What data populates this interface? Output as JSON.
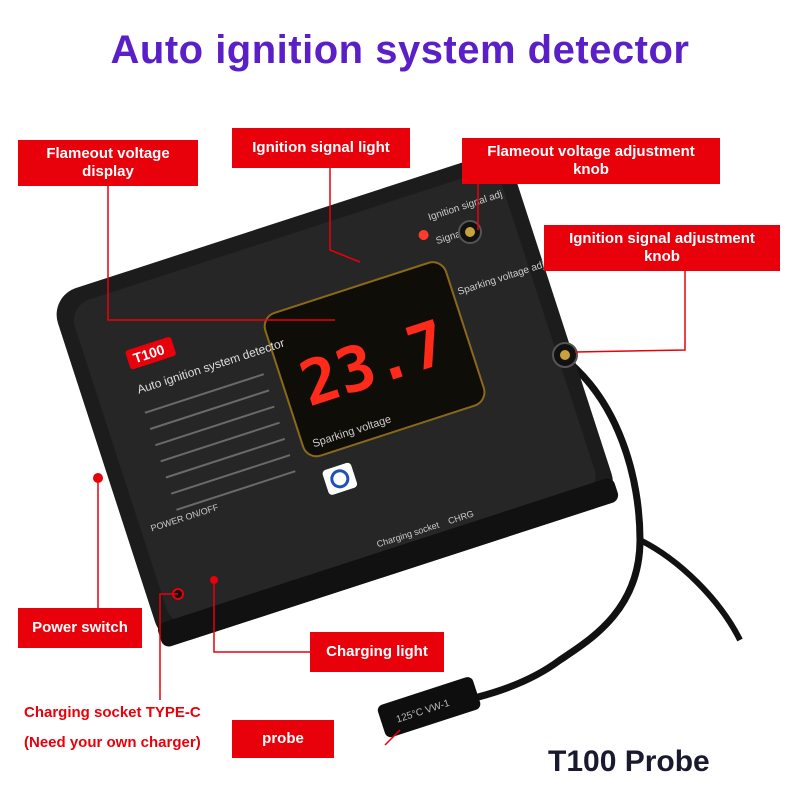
{
  "title": "Auto ignition system detector",
  "labels": {
    "flameout_display": "Flameout voltage display",
    "ignition_light": "Ignition signal light",
    "flameout_knob": "Flameout voltage adjustment knob",
    "ignition_knob": "Ignition signal adjustment knob",
    "power_switch": "Power switch",
    "charging_light": "Charging light",
    "charging_socket": "Charging socket TYPE-C",
    "charger_note": "(Need your own charger)",
    "probe": "probe"
  },
  "device": {
    "display_value": "23.7",
    "model": "T100",
    "name_line": "Auto ignition system detector",
    "sparking_voltage": "Sparking voltage",
    "sparking_voltage_adj": "Sparking voltage adj",
    "ignition_signal_adj": "Ignition signal adj",
    "signal": "Signal",
    "power_onoff": "POWER ON/OFF",
    "charging_socket": "Charging socket",
    "chrg": "CHRG",
    "probe_text": "125°C VW-1"
  },
  "colors": {
    "title": "#5a1fc7",
    "label_bg": "#e8000b",
    "device_body": "#1c1c1c",
    "display_digits": "#ff2a1a"
  },
  "brand_caption": "T100 Probe"
}
